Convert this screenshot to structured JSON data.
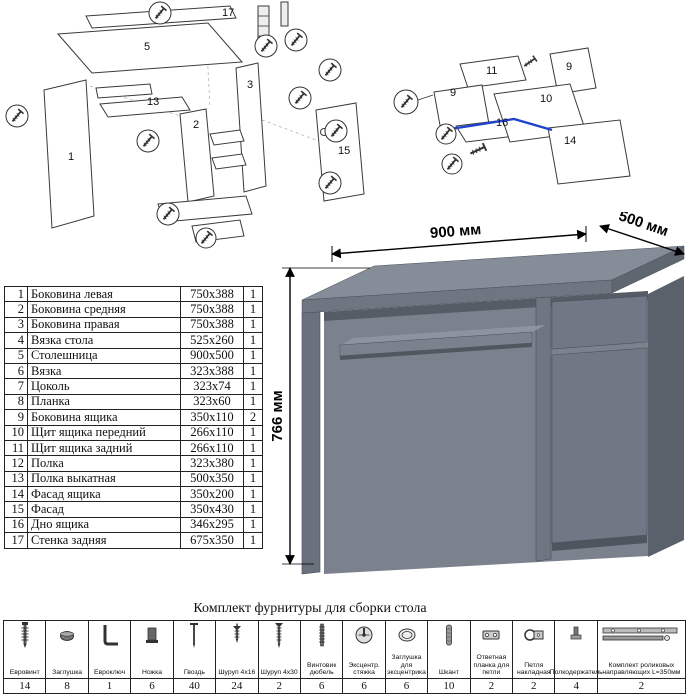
{
  "exploded_left": {
    "labels": {
      "p17": "17",
      "p5": "5",
      "p1": "1",
      "p13": "13",
      "p2": "2",
      "p3": "3",
      "p15": "15"
    }
  },
  "exploded_right": {
    "labels": {
      "p11": "11",
      "p9a": "9",
      "p9b": "9",
      "p10": "10",
      "p16": "16",
      "p14": "14"
    },
    "highlight_color": "#2244cc"
  },
  "desk": {
    "dim_width": "900 мм",
    "dim_depth": "500 мм",
    "dim_height": "766 мм",
    "colors": {
      "top": "#858d98",
      "front": "#6f7681",
      "side": "#5a616b",
      "interior": "#7b828d"
    }
  },
  "parts_table": {
    "rows": [
      {
        "num": "1",
        "name": "Боковина левая",
        "size": "750x388",
        "qty": "1"
      },
      {
        "num": "2",
        "name": "Боковина средняя",
        "size": "750x388",
        "qty": "1"
      },
      {
        "num": "3",
        "name": "Боковина правая",
        "size": "750x388",
        "qty": "1"
      },
      {
        "num": "4",
        "name": "Вязка стола",
        "size": "525x260",
        "qty": "1"
      },
      {
        "num": "5",
        "name": "Столешница",
        "size": "900x500",
        "qty": "1"
      },
      {
        "num": "6",
        "name": "Вязка",
        "size": "323x388",
        "qty": "1"
      },
      {
        "num": "7",
        "name": "Цоколь",
        "size": "323x74",
        "qty": "1"
      },
      {
        "num": "8",
        "name": "Планка",
        "size": "323x60",
        "qty": "1"
      },
      {
        "num": "9",
        "name": "Боковина ящика",
        "size": "350x110",
        "qty": "2"
      },
      {
        "num": "10",
        "name": "Щит ящика передний",
        "size": "266x110",
        "qty": "1"
      },
      {
        "num": "11",
        "name": "Щит ящика задний",
        "size": "266x110",
        "qty": "1"
      },
      {
        "num": "12",
        "name": "Полка",
        "size": "323x380",
        "qty": "1"
      },
      {
        "num": "13",
        "name": "Полка выкатная",
        "size": "500x350",
        "qty": "1"
      },
      {
        "num": "14",
        "name": "Фасад ящика",
        "size": "350x200",
        "qty": "1"
      },
      {
        "num": "15",
        "name": "Фасад",
        "size": "350x430",
        "qty": "1"
      },
      {
        "num": "16",
        "name": "Дно ящика",
        "size": "346x295",
        "qty": "1"
      },
      {
        "num": "17",
        "name": "Стенка задняя",
        "size": "675x350",
        "qty": "1"
      }
    ]
  },
  "hardware": {
    "title": "Комплект фурнитуры для сборки стола",
    "items": [
      {
        "name": "Евровинт",
        "qty": "14"
      },
      {
        "name": "Заглушка",
        "qty": "8"
      },
      {
        "name": "Евроключ",
        "qty": "1"
      },
      {
        "name": "Ножка",
        "qty": "6"
      },
      {
        "name": "Гвоздь",
        "qty": "40"
      },
      {
        "name": "Шуруп 4x16",
        "qty": "24"
      },
      {
        "name": "Шуруп 4x30",
        "qty": "2"
      },
      {
        "name": "Винтовик дюбель",
        "qty": "6"
      },
      {
        "name": "Эксцентр. стяжка",
        "qty": "6"
      },
      {
        "name": "Заглушка для эксцентрика",
        "qty": "6"
      },
      {
        "name": "Шкант",
        "qty": "10"
      },
      {
        "name": "Ответная планка для петли",
        "qty": "2"
      },
      {
        "name": "Петля накладная",
        "qty": "2"
      },
      {
        "name": "Полкодержатель",
        "qty": "4"
      },
      {
        "name": "Комплект роликовых направляющих L=350мм",
        "qty": "2"
      }
    ]
  }
}
